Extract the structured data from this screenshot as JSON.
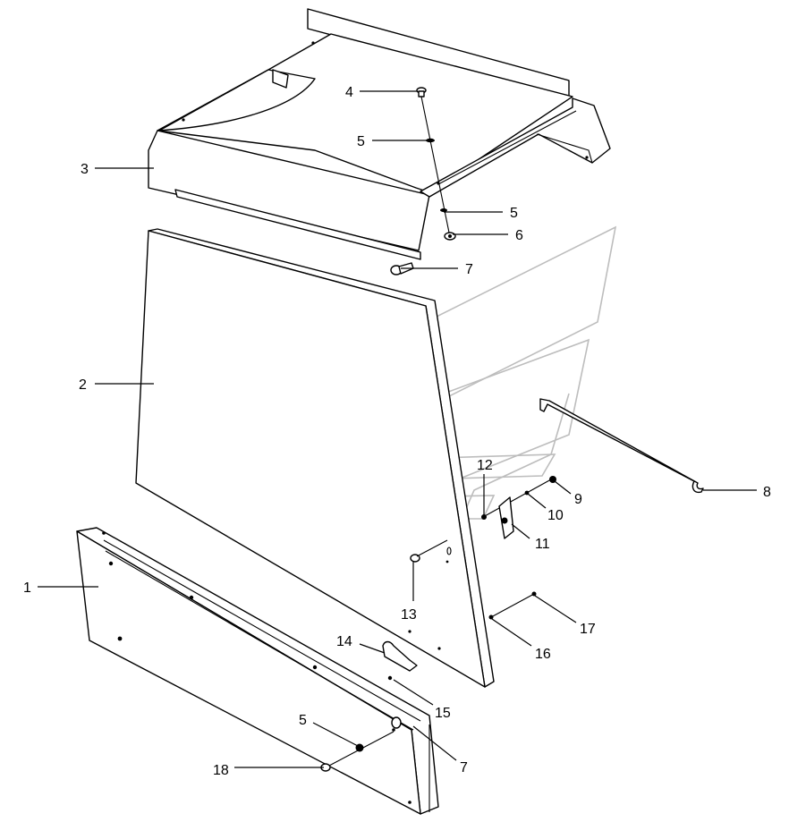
{
  "callouts": [
    {
      "id": "c1",
      "label": "1"
    },
    {
      "id": "c2",
      "label": "2"
    },
    {
      "id": "c3",
      "label": "3"
    },
    {
      "id": "c4",
      "label": "4"
    },
    {
      "id": "c5a",
      "label": "5"
    },
    {
      "id": "c5b",
      "label": "5"
    },
    {
      "id": "c5c",
      "label": "5"
    },
    {
      "id": "c6",
      "label": "6"
    },
    {
      "id": "c7a",
      "label": "7"
    },
    {
      "id": "c7b",
      "label": "7"
    },
    {
      "id": "c8",
      "label": "8"
    },
    {
      "id": "c9",
      "label": "9"
    },
    {
      "id": "c10",
      "label": "10"
    },
    {
      "id": "c11",
      "label": "11"
    },
    {
      "id": "c12",
      "label": "12"
    },
    {
      "id": "c13",
      "label": "13"
    },
    {
      "id": "c14",
      "label": "14"
    },
    {
      "id": "c15",
      "label": "15"
    },
    {
      "id": "c16",
      "label": "16"
    },
    {
      "id": "c17",
      "label": "17"
    },
    {
      "id": "c18",
      "label": "18"
    }
  ],
  "colors": {
    "line": "#000000",
    "watermark": "#bdbdbd",
    "background": "#ffffff"
  }
}
